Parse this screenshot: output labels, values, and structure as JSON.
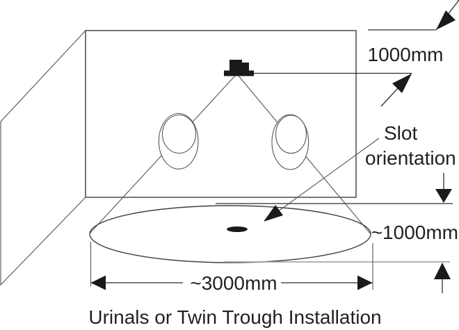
{
  "diagram": {
    "caption": "Urinals or Twin Trough Installation",
    "labels": {
      "sensor_height": "1000mm",
      "slot_orientation_line1": "Slot",
      "slot_orientation_line2": "orientation",
      "zone_depth": "~1000mm",
      "zone_width": "~3000mm"
    },
    "colors": {
      "wall_fill": "#e8e8ea",
      "zone_fill": "#d3d3d5",
      "line": "#3f3f3f",
      "arrow_black": "#1a1a1a",
      "light_reference_line": "#9a9a9e",
      "text": "#231f20"
    }
  }
}
